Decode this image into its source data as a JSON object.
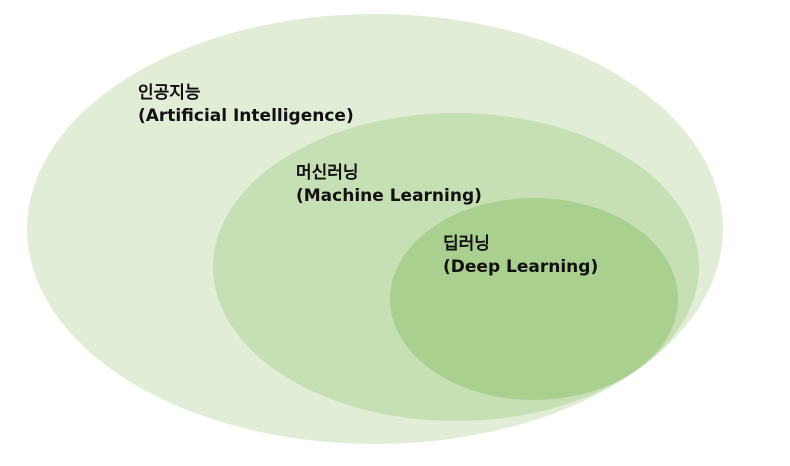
{
  "diagram": {
    "type": "nested-venn",
    "colors": {
      "outer": "#e2edd7",
      "middle": "#c7dfb5",
      "inner": "#a9d08e",
      "text": "#111111"
    },
    "sets": [
      {
        "id": "ai",
        "name_ko": "인공지능",
        "name_en": "(Artificial Intelligence)"
      },
      {
        "id": "ml",
        "name_ko": "머신러닝",
        "name_en": "(Machine Learning)"
      },
      {
        "id": "dl",
        "name_ko": "딥러닝",
        "name_en": "(Deep Learning)"
      }
    ]
  }
}
